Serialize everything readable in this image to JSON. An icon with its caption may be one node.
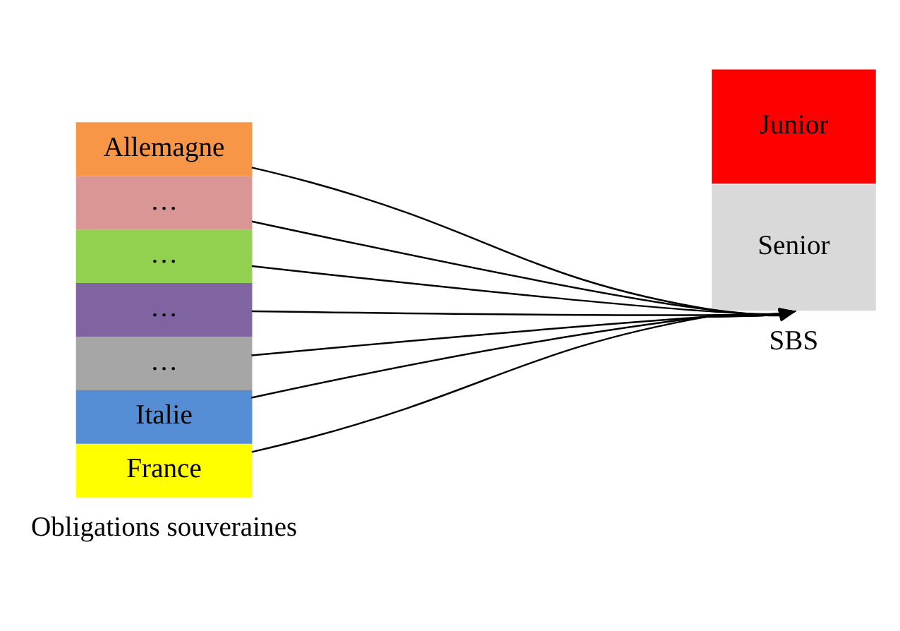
{
  "diagram": {
    "nodes": [
      {
        "text": [
          "France"
        ]
      },
      {
        "text": [
          "Italie"
        ]
      },
      {
        "text": [
          "…"
        ]
      },
      {
        "text": [
          "…"
        ]
      },
      {
        "text": [
          "…"
        ]
      },
      {
        "text": [
          "…"
        ]
      },
      {
        "text": [
          "Allemagne"
        ]
      },
      {
        "text": [
          "Senior"
        ]
      },
      {
        "text": [
          "Junior"
        ]
      }
    ],
    "edges": [
      {
        "from": 0,
        "to": 7,
        "arrow": "to"
      },
      {
        "from": 1,
        "to": 7,
        "arrow": "to"
      },
      {
        "from": 2,
        "to": 7,
        "arrow": "to"
      },
      {
        "from": 3,
        "to": 7,
        "arrow": "to"
      },
      {
        "from": 4,
        "to": 7,
        "arrow": "to"
      },
      {
        "from": 5,
        "to": 7,
        "arrow": "to"
      },
      {
        "from": 6,
        "to": 7,
        "arrow": "to"
      }
    ],
    "labels": [
      "Obligations souveraines",
      "SBS"
    ]
  }
}
